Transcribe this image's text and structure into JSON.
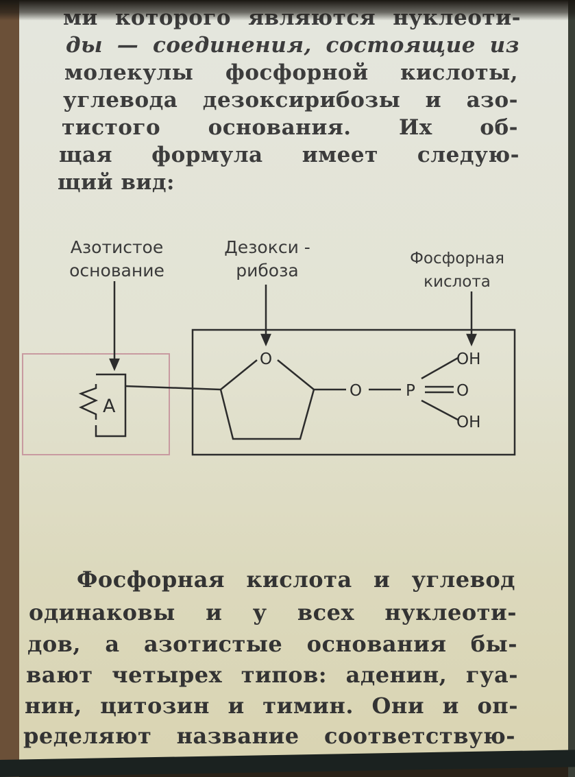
{
  "paragraph1": [
    "ми которого являются нуклеоти-",
    "ды — соединения, состоящие из",
    "молекулы фосфорной кислоты,",
    "углевода дезоксирибозы и азо-",
    "тистого основания. Их об-",
    "щая формула имеет следую-",
    "щий вид:"
  ],
  "diagram": {
    "label_base": [
      "Азотистое",
      "основание"
    ],
    "label_sugar": [
      "Дезокси -",
      "рибоза"
    ],
    "label_phosphate": [
      "Фосфорная",
      "кислота"
    ],
    "base_letter": "A",
    "ring_oxygen": "O",
    "bridge_oxygen": "O",
    "phosphorus": "P",
    "oh_top": "OH",
    "double_o": "O",
    "oh_bottom": "OH",
    "colors": {
      "base_box": "#c89aa0",
      "main_box": "#2a2a2a"
    }
  },
  "paragraph2": [
    "Фосфорная кислота и углевод",
    "одинаковы и у всех нуклеоти-",
    "дов, а азотистые основания бы-",
    "вают четырех типов: аденин, гуа-",
    "нин, цитозин и тимин. Они и оп-",
    "ределяют название соответствую-"
  ]
}
